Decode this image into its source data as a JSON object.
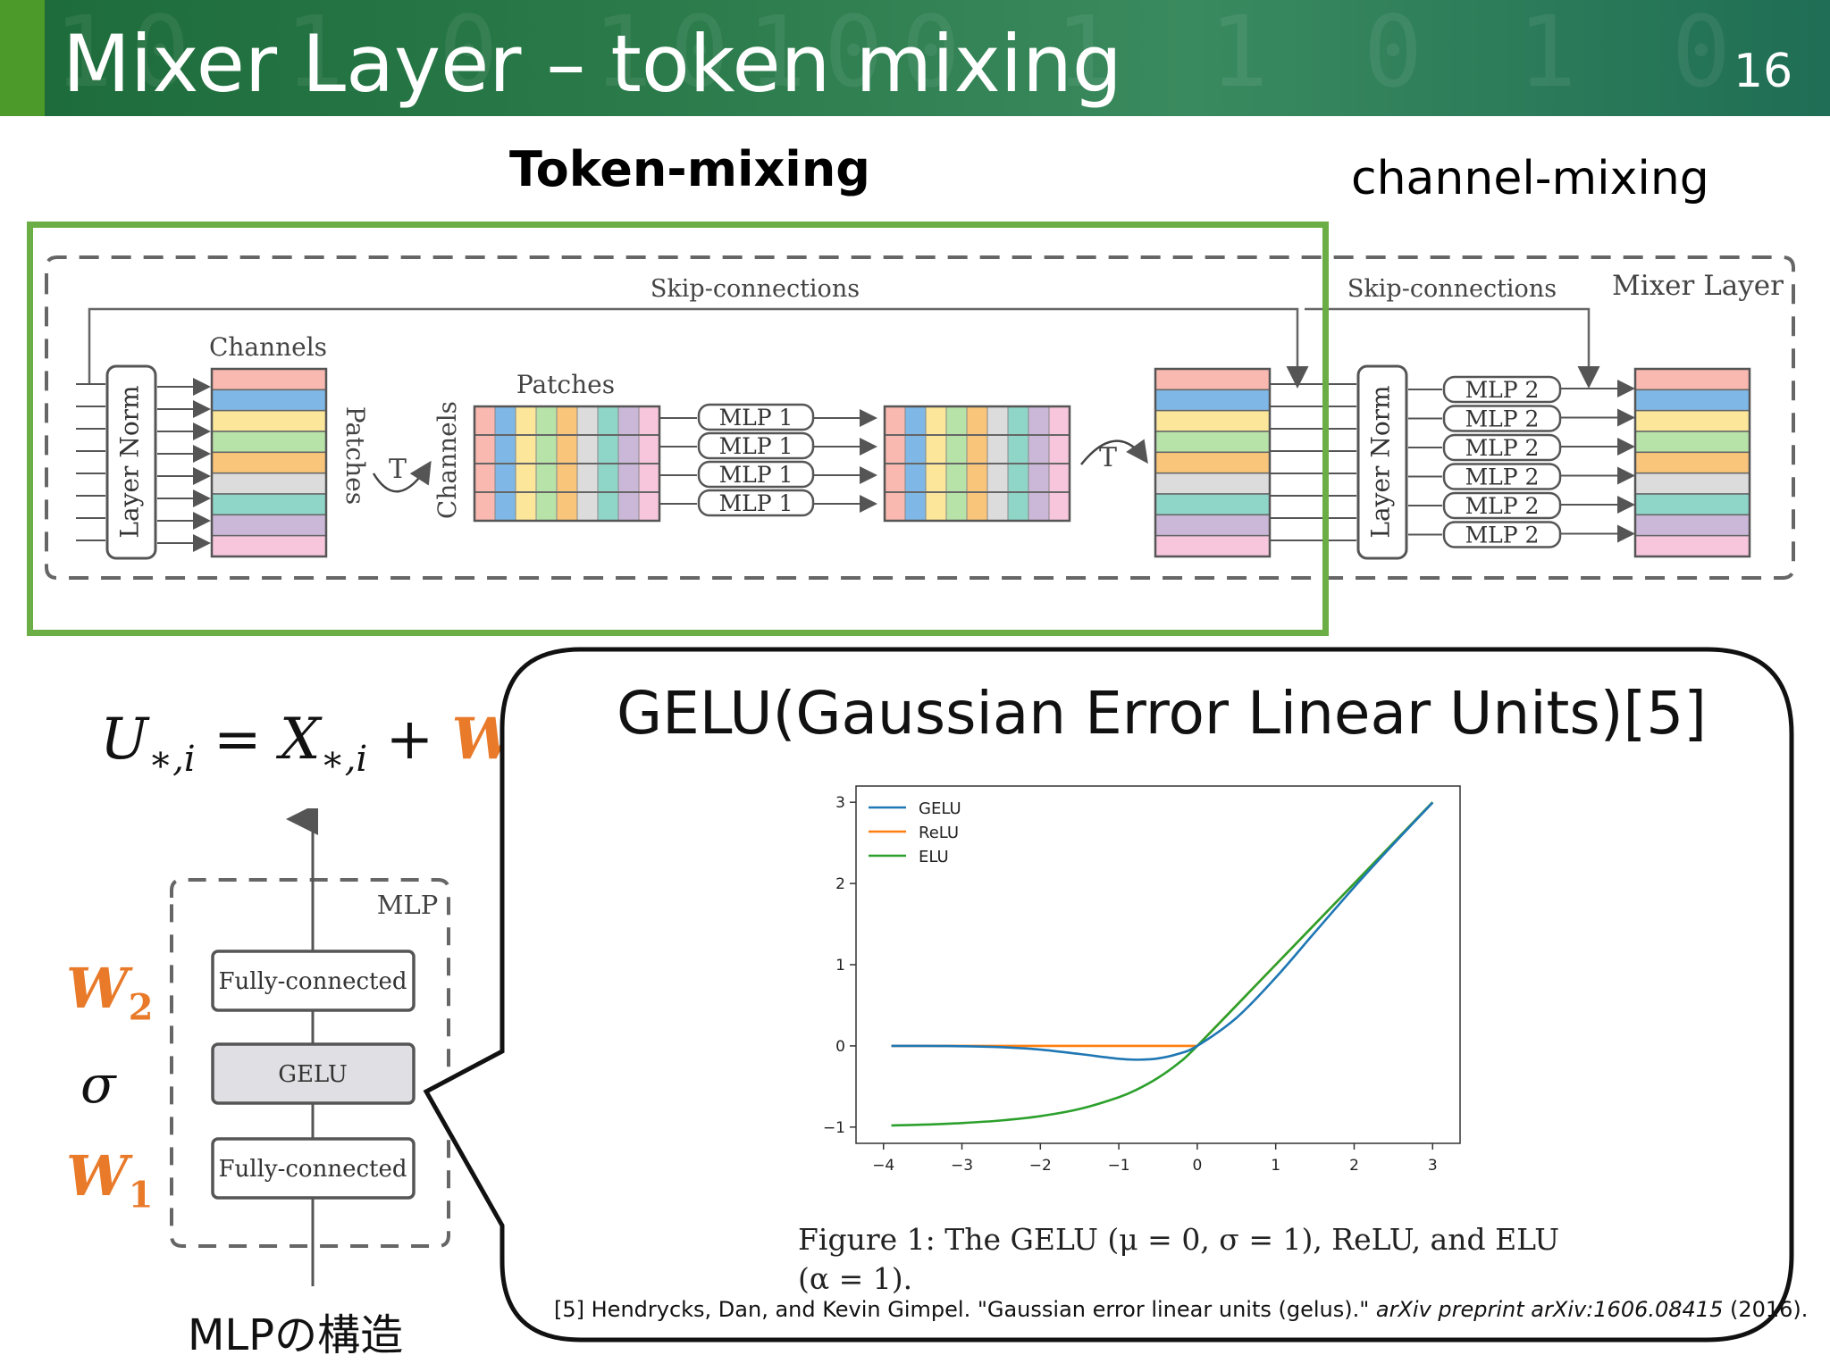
{
  "header": {
    "title": "Mixer Layer – token mixing",
    "slide_number": "16",
    "background_digits": "10 1 0  10100  1 1 0 1 0 1"
  },
  "section_labels": {
    "token_mixing": "Token-mixing",
    "channel_mixing": "channel-mixing"
  },
  "architecture": {
    "skip_connections_1": "Skip-connections",
    "skip_connections_2": "Skip-connections",
    "mixer_layer": "Mixer Layer",
    "channels_top": "Channels",
    "patches_side": "Patches",
    "transpose_1": "T",
    "channels_side": "Channels",
    "patches_top": "Patches",
    "transpose_2": "T",
    "layer_norm_1": "Layer Norm",
    "layer_norm_2": "Layer Norm",
    "mlp1_blocks": [
      "MLP 1",
      "MLP 1",
      "MLP 1",
      "MLP 1"
    ],
    "mlp2_blocks": [
      "MLP 2",
      "MLP 2",
      "MLP 2",
      "MLP 2",
      "MLP 2",
      "MLP 2"
    ],
    "channel_colors": [
      "#f9b8b0",
      "#7fb8e6",
      "#fbe69a",
      "#b8e3a8",
      "#f9c57a",
      "#dcdcdc",
      "#8fd6c8",
      "#cbb8d8",
      "#f7c6dc"
    ]
  },
  "equation": {
    "lhs": "U",
    "lhs_sub": "∗,i",
    "eq": " = ",
    "x": "X",
    "x_sub": "∗,i",
    "plus": " + ",
    "w": "W"
  },
  "mlp_diagram": {
    "label": "MLP",
    "fc_top": "Fully-connected",
    "gelu": "GELU",
    "fc_bottom": "Fully-connected",
    "w2": "W",
    "w2_sub": "2",
    "sigma": "σ",
    "w1": "W",
    "w1_sub": "1",
    "caption": "MLPの構造"
  },
  "callout": {
    "title": "GELU(Gaussian Error Linear Units)[5]",
    "figure_caption": "Figure 1:  The GELU (μ = 0, σ = 1), ReLU, and ELU (α = 1).",
    "reference_plain": "[5] Hendrycks, Dan, and Kevin Gimpel. \"Gaussian error linear units (gelus).\" ",
    "reference_italic": "arXiv preprint arXiv:1606.08415",
    "reference_year": " (2016)."
  },
  "chart_data": {
    "type": "line",
    "title": "",
    "xlabel": "",
    "ylabel": "",
    "xlim": [
      -4,
      3
    ],
    "ylim": [
      -1,
      3
    ],
    "xticks": [
      -4,
      -3,
      -2,
      -1,
      0,
      1,
      2,
      3
    ],
    "yticks": [
      -1,
      0,
      1,
      2,
      3
    ],
    "legend_position": "top-left",
    "grid": false,
    "series": [
      {
        "name": "GELU",
        "color": "#1f77b4",
        "x": [
          -3.9,
          -3.5,
          -3,
          -2.5,
          -2,
          -1.5,
          -1,
          -0.75,
          -0.5,
          -0.25,
          0,
          0.5,
          1,
          1.5,
          2,
          2.5,
          3
        ],
        "y": [
          -0.0002,
          -0.0008,
          -0.004,
          -0.0155,
          -0.0455,
          -0.1002,
          -0.1587,
          -0.17,
          -0.1543,
          -0.1003,
          0,
          0.3457,
          0.8413,
          1.3998,
          1.9545,
          2.4845,
          2.996
        ]
      },
      {
        "name": "ReLU",
        "color": "#ff7f0e",
        "x": [
          -3.9,
          0,
          3
        ],
        "y": [
          0,
          0,
          3
        ]
      },
      {
        "name": "ELU",
        "color": "#2ca02c",
        "x": [
          -3.9,
          -3.5,
          -3,
          -2.5,
          -2,
          -1.5,
          -1,
          -0.75,
          -0.5,
          -0.25,
          0,
          1,
          2,
          3
        ],
        "y": [
          -0.98,
          -0.97,
          -0.95,
          -0.918,
          -0.865,
          -0.777,
          -0.632,
          -0.528,
          -0.393,
          -0.221,
          0,
          1,
          2,
          3
        ]
      }
    ]
  }
}
